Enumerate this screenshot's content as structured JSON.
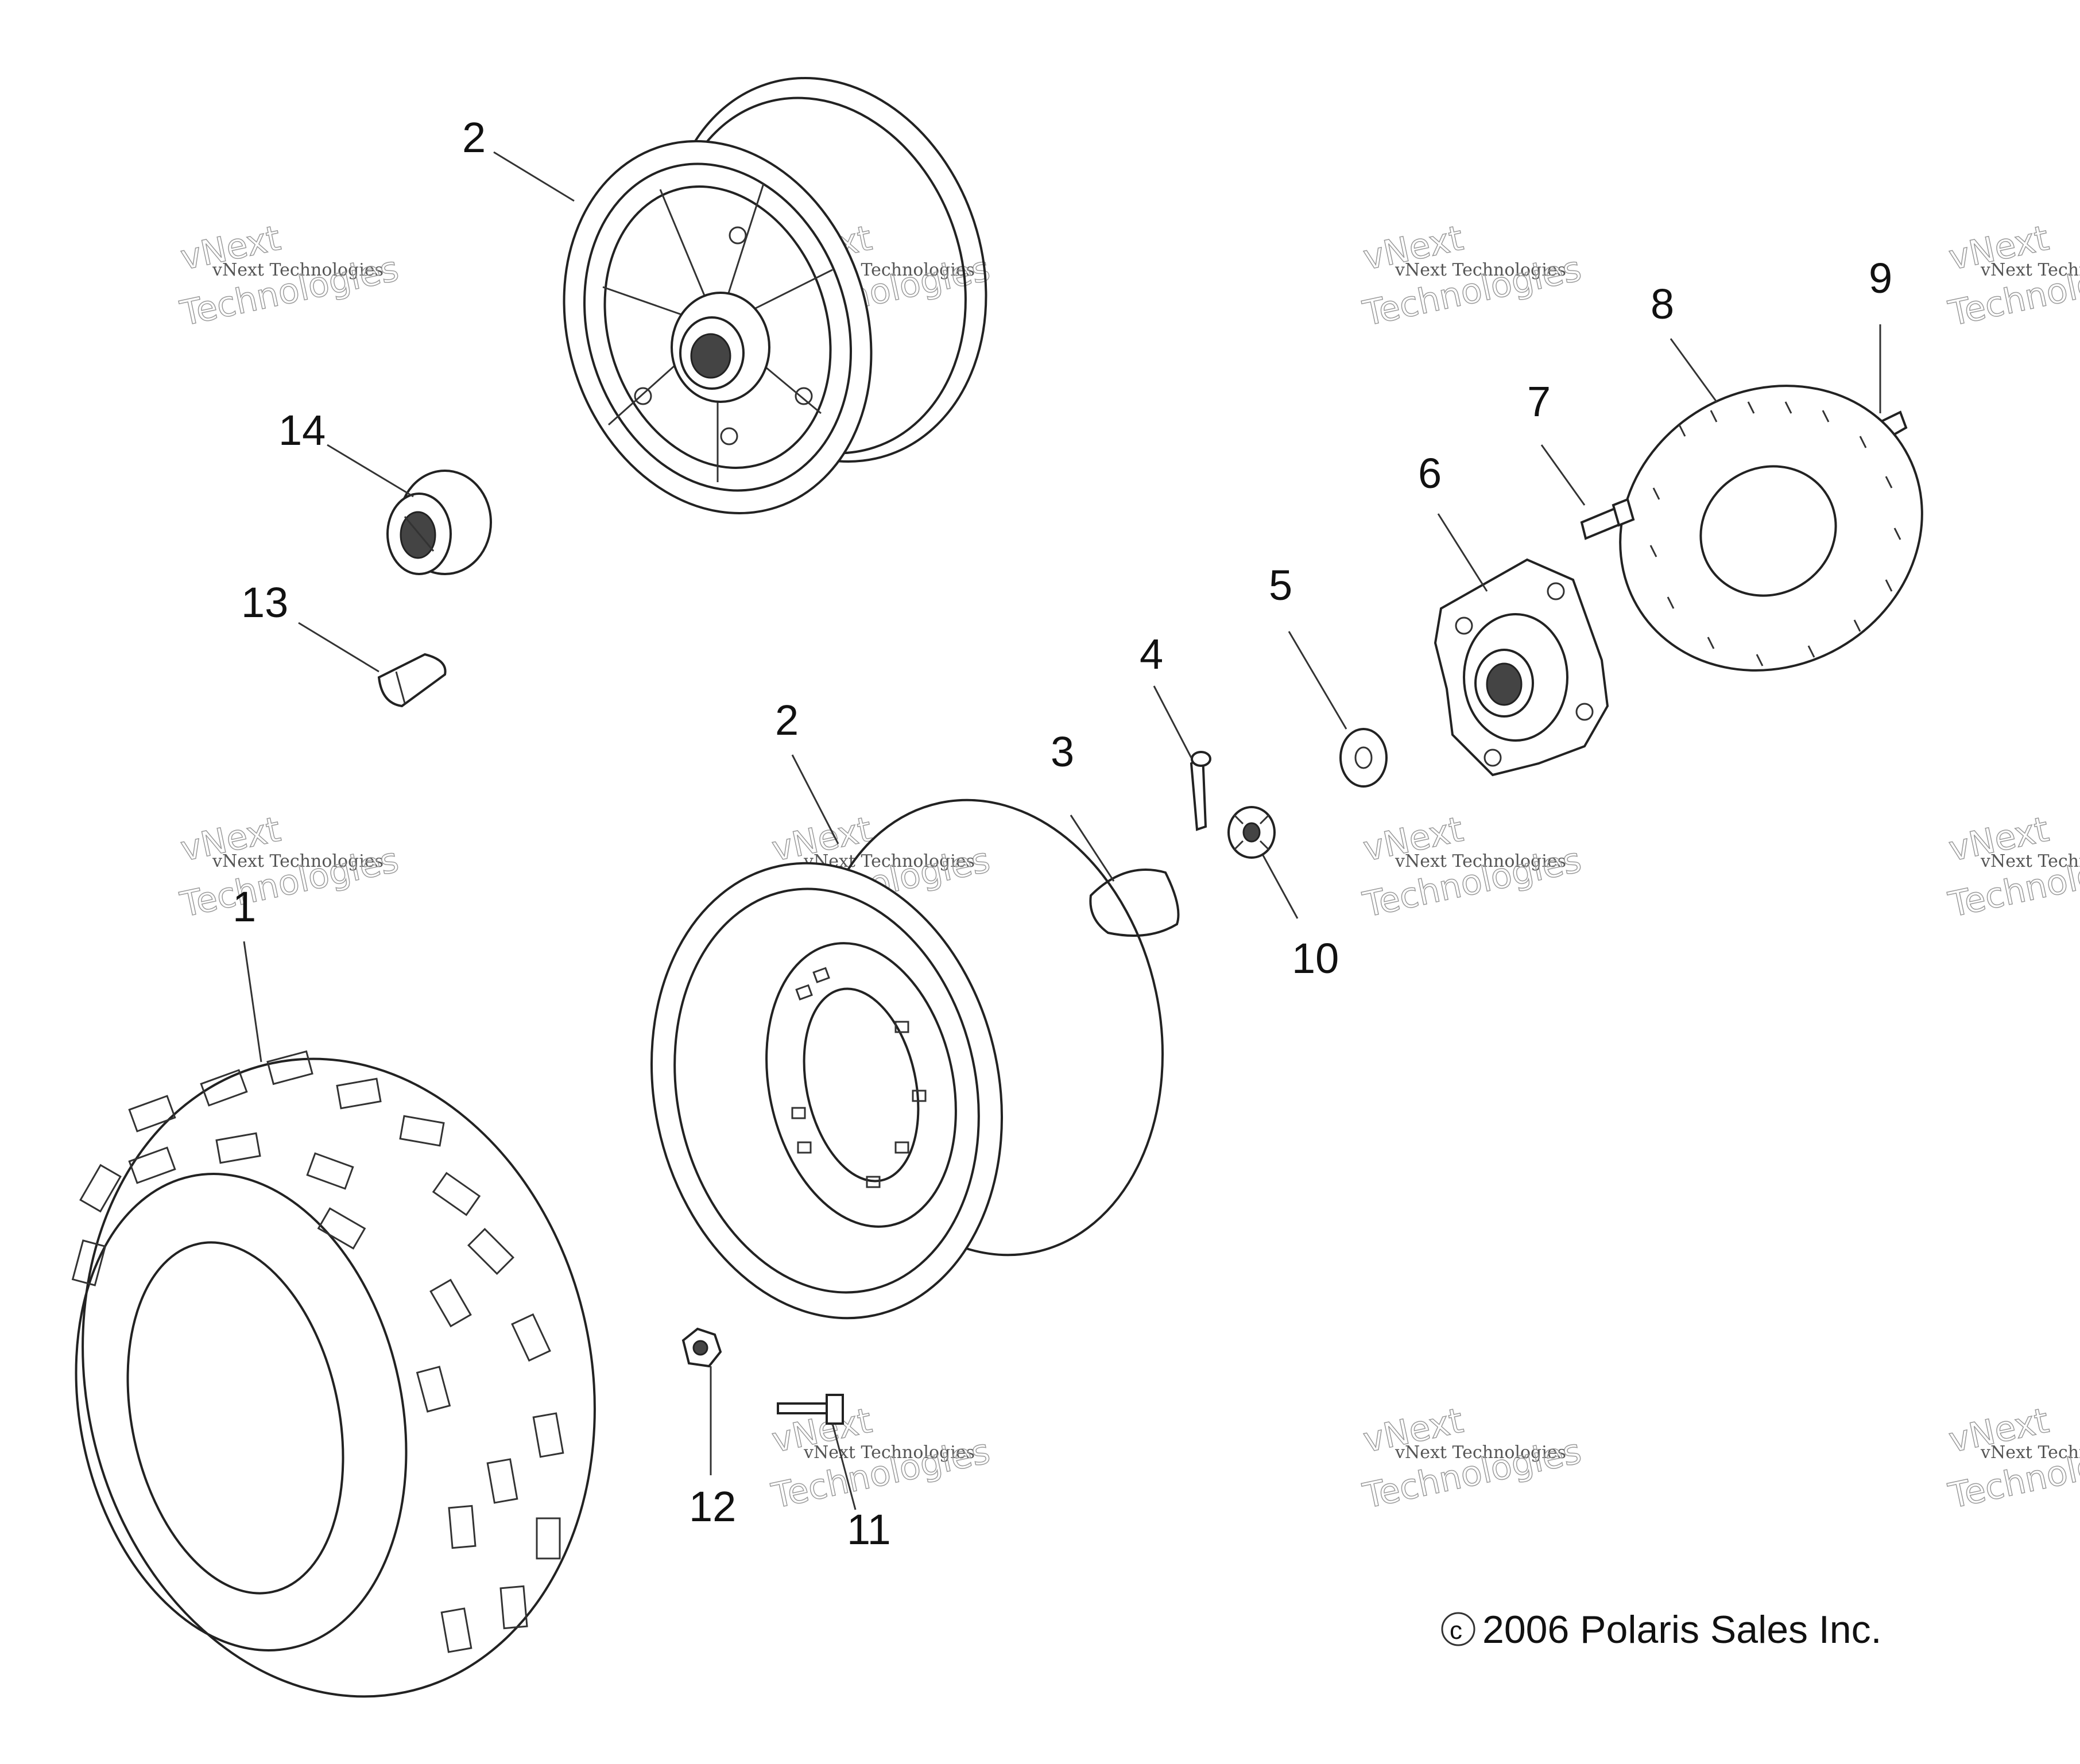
{
  "callouts": [
    {
      "id": "2-upper",
      "number": "2"
    },
    {
      "id": "14",
      "number": "14"
    },
    {
      "id": "13",
      "number": "13"
    },
    {
      "id": "9",
      "number": "9"
    },
    {
      "id": "8",
      "number": "8"
    },
    {
      "id": "7",
      "number": "7"
    },
    {
      "id": "6",
      "number": "6"
    },
    {
      "id": "5",
      "number": "5"
    },
    {
      "id": "4",
      "number": "4"
    },
    {
      "id": "3",
      "number": "3"
    },
    {
      "id": "2-lower",
      "number": "2"
    },
    {
      "id": "10",
      "number": "10"
    },
    {
      "id": "1",
      "number": "1"
    },
    {
      "id": "12",
      "number": "12"
    },
    {
      "id": "11",
      "number": "11"
    }
  ],
  "copyright": "c 2006 Polaris Sales Inc.",
  "copyright_text": "2006 Polaris Sales Inc.",
  "copyright_symbol": "c",
  "watermark": {
    "line1": "vNext Technologies",
    "line2": "vNext",
    "line3": "Technologies"
  }
}
